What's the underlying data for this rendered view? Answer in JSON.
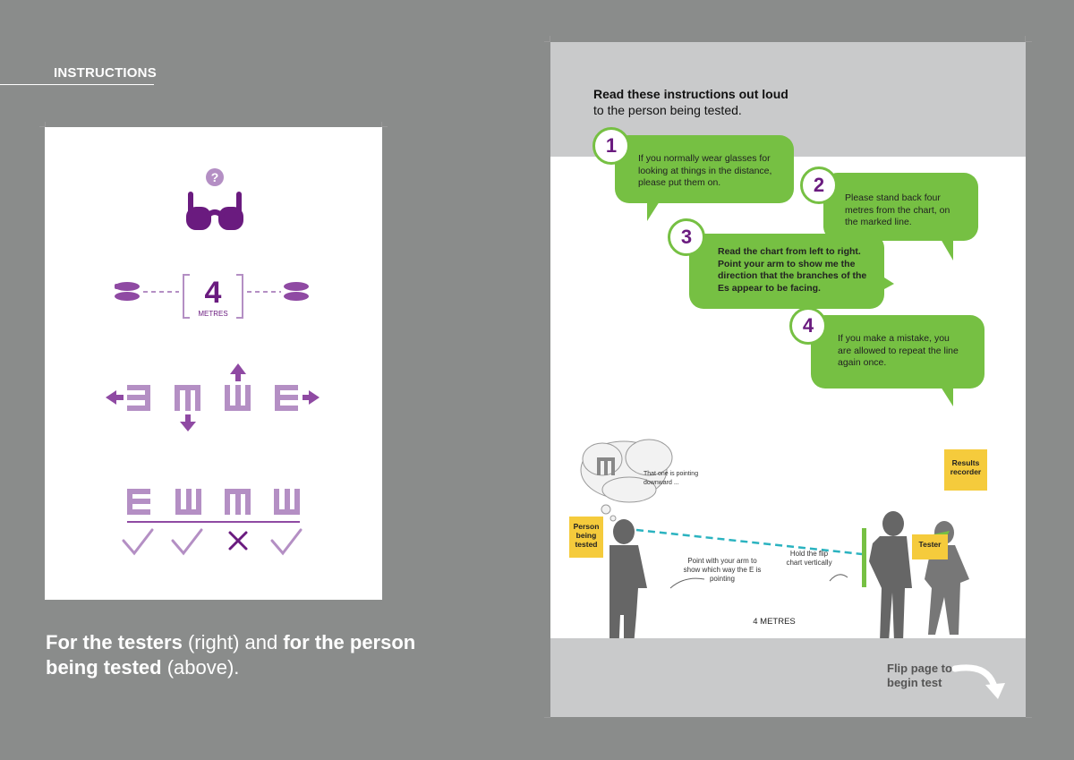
{
  "heading": "INSTRUCTIONS",
  "left_card": {
    "question_mark": "?",
    "distance_value": "4",
    "distance_unit": "METRES",
    "e_letters": [
      "E",
      "W",
      "M",
      "W"
    ]
  },
  "caption": {
    "part1_bold": "For the testers",
    "part1_normal": " (right) and ",
    "part2_bold": "for the person being tested",
    "part2_normal": " (above)."
  },
  "right_page": {
    "intro_bold": "Read these instructions out loud",
    "intro_normal": "to the person being tested.",
    "steps": [
      {
        "num": "1",
        "text": "If you normally wear glasses for looking at things in the distance, please put them on."
      },
      {
        "num": "2",
        "text": "Please stand back four metres from the chart, on the marked line."
      },
      {
        "num": "3",
        "text": "Read the chart from left to right. Point your arm to show me the direction that the branches of the Es appear to be facing."
      },
      {
        "num": "4",
        "text": "If you make a mistake, you are allowed to repeat the line again once."
      }
    ],
    "thought_text": "That one is pointing downward ...",
    "labels": {
      "person": "Person being tested",
      "recorder": "Results recorder",
      "tester": "Tester"
    },
    "note_arm": "Point with your arm to show which way the E is pointing",
    "note_flip": "Hold the flip chart vertically",
    "distance_label": "4 METRES",
    "flip_text": "Flip page to begin test"
  },
  "colors": {
    "background": "#8a8c8b",
    "purple_dark": "#6a1b7f",
    "purple_light": "#b48fc4",
    "green": "#76c043",
    "yellow": "#f5cb3c",
    "gray_band": "#c9cacb"
  }
}
